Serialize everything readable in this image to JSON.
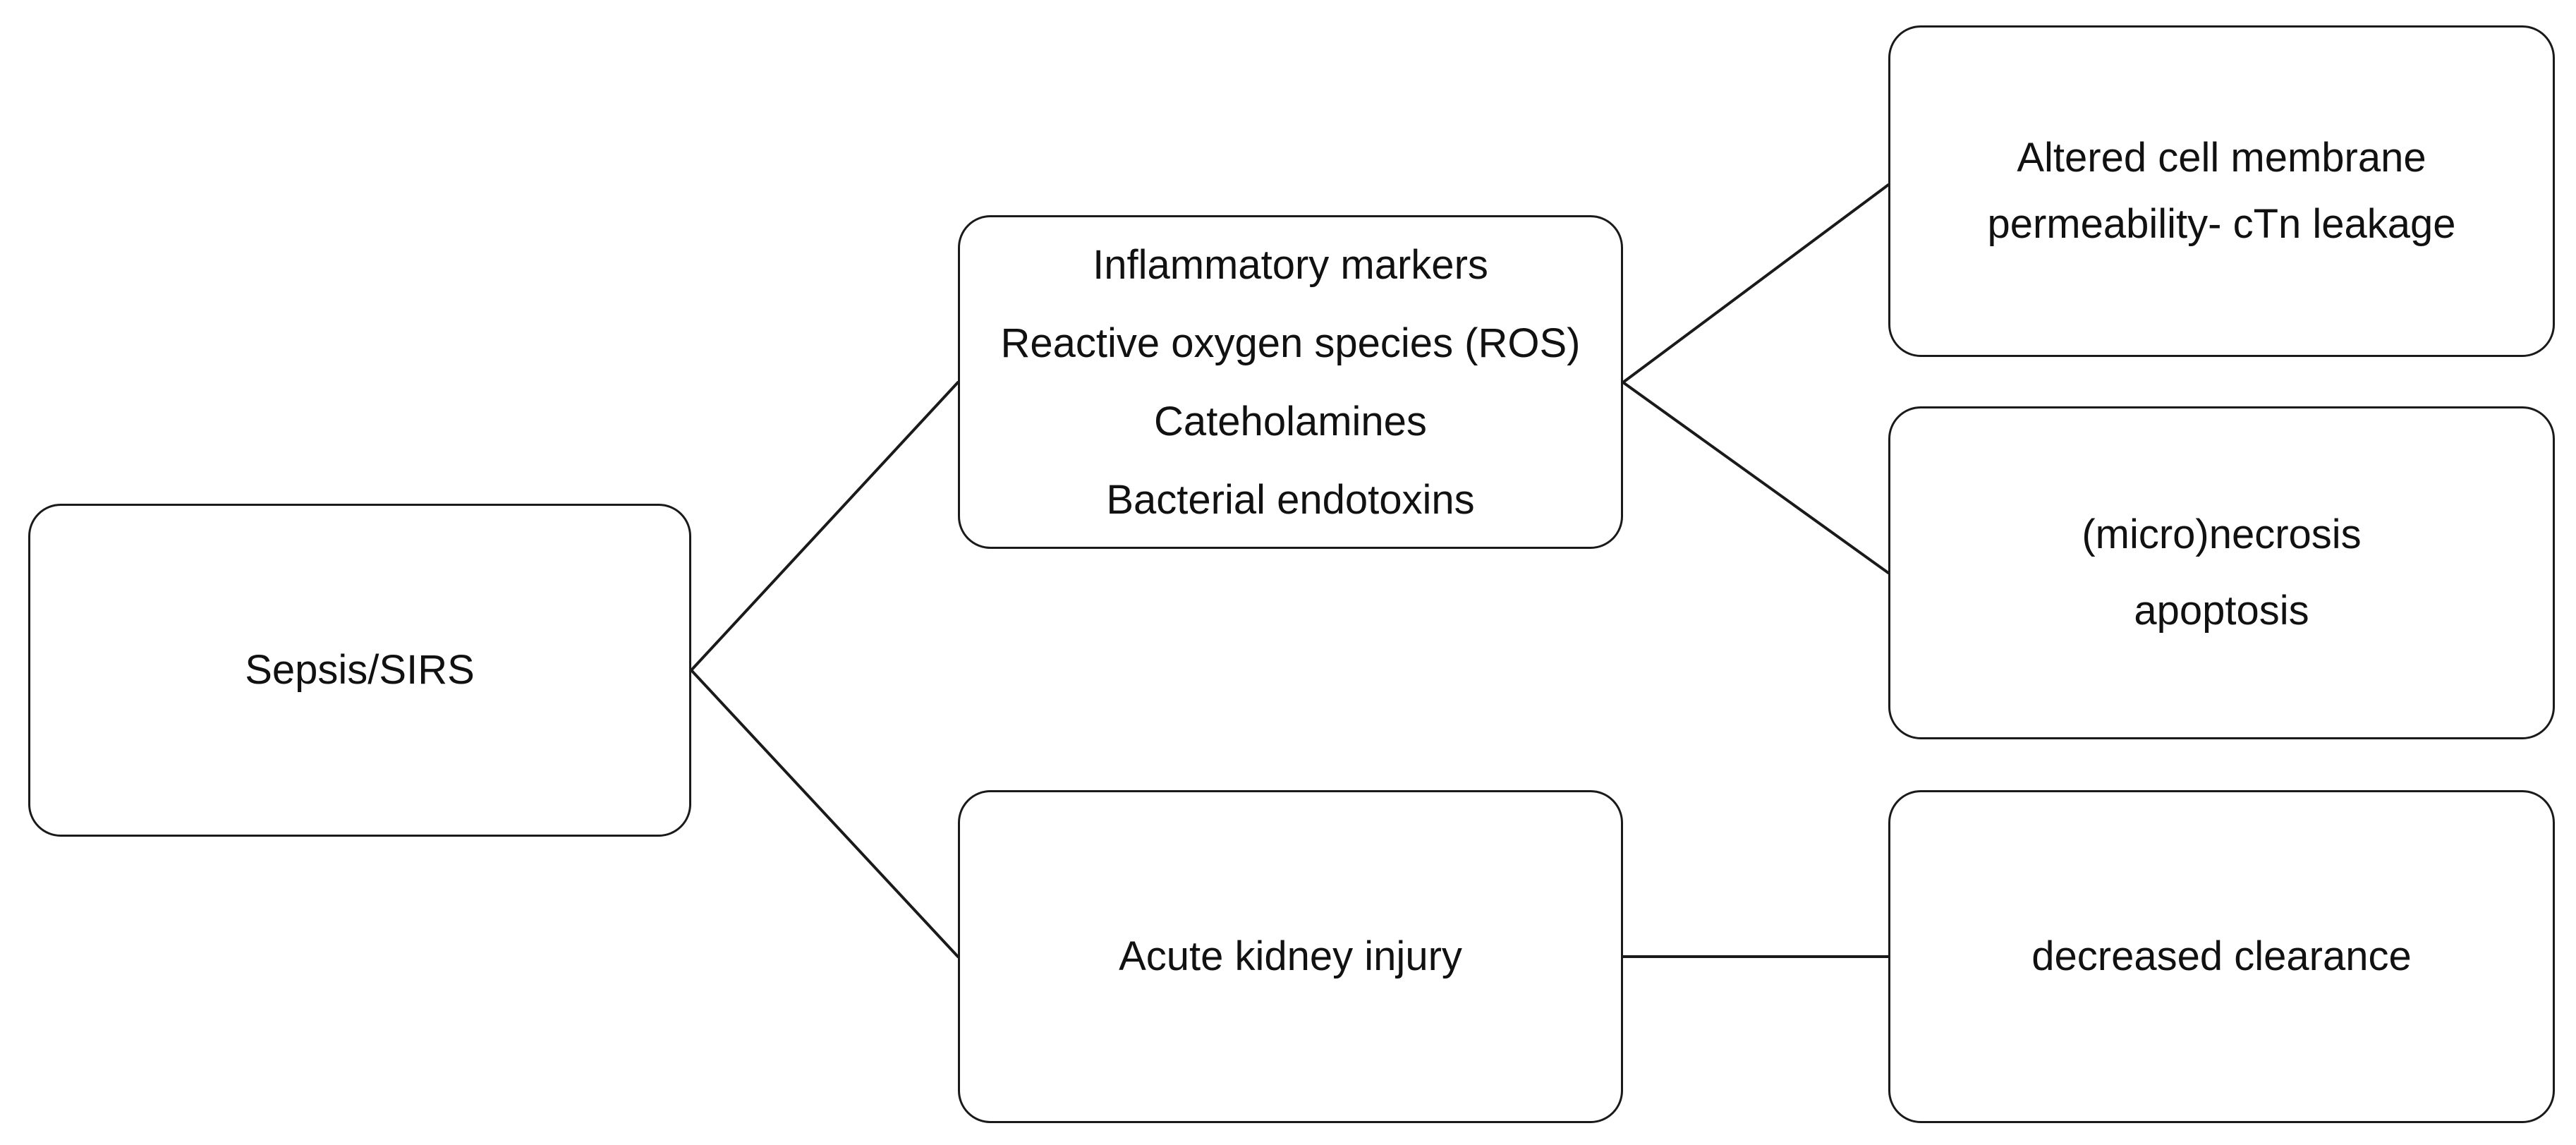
{
  "diagram": {
    "nodes": {
      "sepsis": {
        "lines": [
          "Sepsis/SIRS"
        ]
      },
      "mediators": {
        "lines": [
          "Inflammatory markers",
          "Reactive oxygen species (ROS)",
          "Cateholamines",
          "Bacterial endotoxins"
        ]
      },
      "aki": {
        "lines": [
          "Acute kidney injury"
        ]
      },
      "membrane": {
        "lines": [
          "Altered cell membrane",
          "permeability- cTn leakage"
        ]
      },
      "necrosis": {
        "lines": [
          "(micro)necrosis",
          "apoptosis"
        ]
      },
      "clearance": {
        "lines": [
          "decreased clearance"
        ]
      }
    },
    "edges": [
      {
        "from": "sepsis",
        "to": "mediators"
      },
      {
        "from": "sepsis",
        "to": "aki"
      },
      {
        "from": "mediators",
        "to": "membrane"
      },
      {
        "from": "mediators",
        "to": "necrosis"
      },
      {
        "from": "aki",
        "to": "clearance"
      }
    ]
  }
}
